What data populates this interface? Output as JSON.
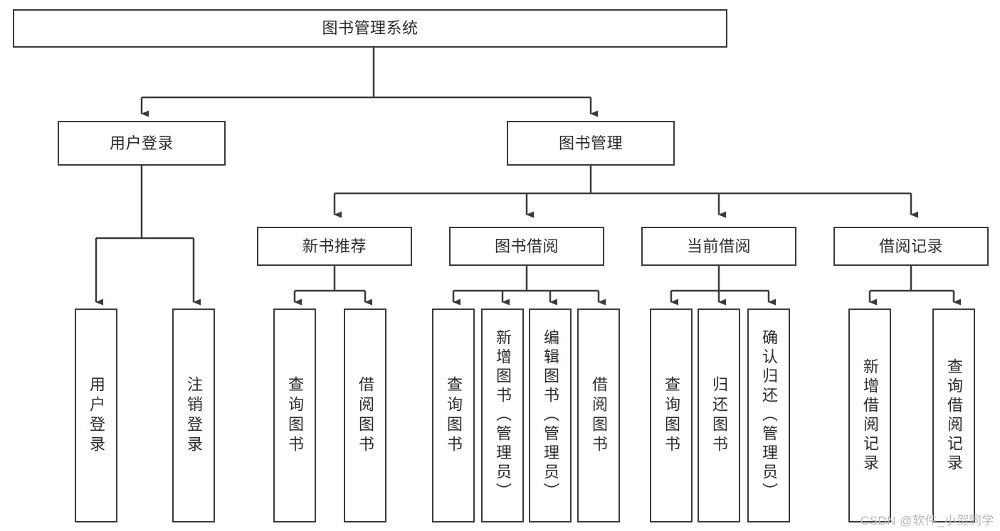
{
  "diagram": {
    "type": "tree-hierarchy-chart",
    "title": "图书管理系统",
    "root": {
      "id": "root",
      "label": "图书管理系统",
      "orientation": "horizontal"
    },
    "level2": [
      {
        "id": "user-login",
        "label": "用户登录",
        "orientation": "horizontal"
      },
      {
        "id": "book-management",
        "label": "图书管理",
        "orientation": "horizontal"
      }
    ],
    "level3": [
      {
        "id": "new-book-recommend",
        "label": "新书推荐",
        "orientation": "horizontal",
        "parent": "book-management"
      },
      {
        "id": "book-borrow",
        "label": "图书借阅",
        "orientation": "horizontal",
        "parent": "book-management"
      },
      {
        "id": "current-borrow",
        "label": "当前借阅",
        "orientation": "horizontal",
        "parent": "book-management"
      },
      {
        "id": "borrow-record",
        "label": "借阅记录",
        "orientation": "horizontal",
        "parent": "book-management"
      }
    ],
    "leaves": [
      {
        "id": "leaf-user-login",
        "label": "用户登录",
        "parent": "user-login"
      },
      {
        "id": "leaf-logout-login",
        "label": "注销登录",
        "parent": "user-login"
      },
      {
        "id": "leaf-query-book-1",
        "label": "查询图书",
        "parent": "new-book-recommend"
      },
      {
        "id": "leaf-borrow-book-1",
        "label": "借阅图书",
        "parent": "new-book-recommend"
      },
      {
        "id": "leaf-query-book-2",
        "label": "查询图书",
        "parent": "book-borrow"
      },
      {
        "id": "leaf-add-book-admin",
        "label": "新增图书（管理员）",
        "parent": "book-borrow"
      },
      {
        "id": "leaf-edit-book-admin",
        "label": "编辑图书（管理员）",
        "parent": "book-borrow"
      },
      {
        "id": "leaf-borrow-book-2",
        "label": "借阅图书",
        "parent": "book-borrow"
      },
      {
        "id": "leaf-query-book-3",
        "label": "查询图书",
        "parent": "current-borrow"
      },
      {
        "id": "leaf-return-book",
        "label": "归还图书",
        "parent": "current-borrow"
      },
      {
        "id": "leaf-confirm-return-admin",
        "label": "确认归还（管理员）",
        "parent": "current-borrow"
      },
      {
        "id": "leaf-add-borrow-record",
        "label": "新增借阅记录",
        "parent": "borrow-record"
      },
      {
        "id": "leaf-query-borrow-record",
        "label": "查询借阅记录",
        "parent": "borrow-record"
      }
    ],
    "colors": {
      "box_border": "#3a3a3a",
      "box_fill": "#ffffff",
      "connector": "#3a3a3a",
      "text": "#2b2b2b",
      "watermark": "#b9b9b9",
      "background": "#ffffff"
    }
  },
  "watermark": {
    "text": "CSDN @软件_小贺同学"
  }
}
